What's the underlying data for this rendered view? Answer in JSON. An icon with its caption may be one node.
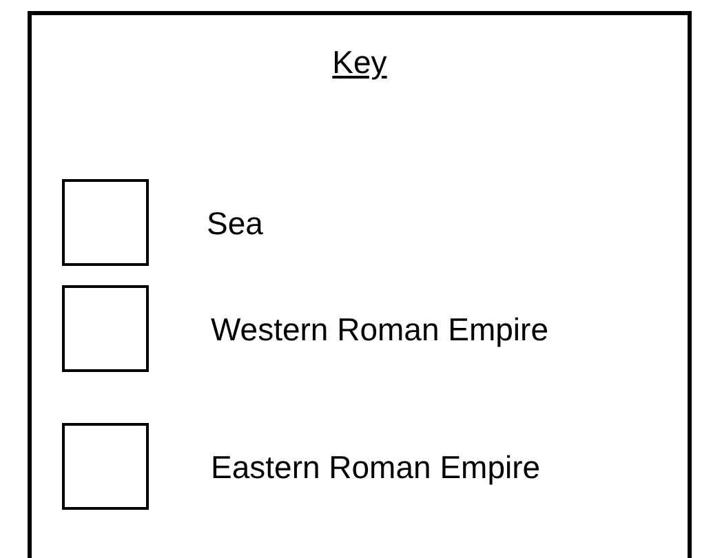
{
  "diagram": {
    "title": "Key",
    "legend": [
      {
        "text": "Sea"
      },
      {
        "text": "Western Roman Empire"
      },
      {
        "text": "Eastern Roman Empire"
      }
    ]
  }
}
